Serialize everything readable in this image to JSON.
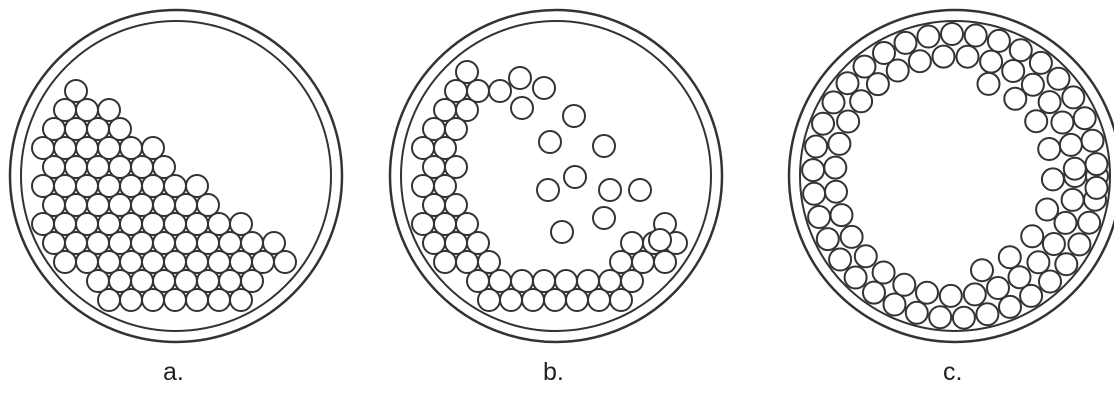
{
  "figure": {
    "colors": {
      "stroke": "#333333",
      "fill": "#ffffff",
      "label": "#222222"
    },
    "panels": [
      {
        "id": "a",
        "label": "a."
      },
      {
        "id": "b",
        "label": "b."
      },
      {
        "id": "c",
        "label": "c."
      }
    ]
  }
}
